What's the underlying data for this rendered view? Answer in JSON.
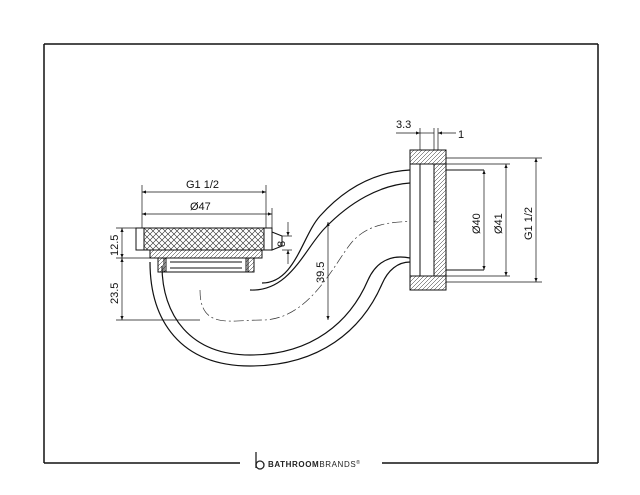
{
  "drawing": {
    "dimensions": {
      "thread_top": "G1 1/2",
      "dia_47": "Ø47",
      "h_12_5": "12.5",
      "h_8": "8",
      "h_23_5": "23.5",
      "h_39_5": "39.5",
      "w_3_3": "3.3",
      "w_1": "1",
      "dia_40": "Ø40",
      "dia_41": "Ø41",
      "thread_right": "G1 1/2"
    }
  },
  "footer": {
    "brand_bold": "BATHROOM",
    "brand_light": "BRANDS",
    "trademark": "®"
  }
}
